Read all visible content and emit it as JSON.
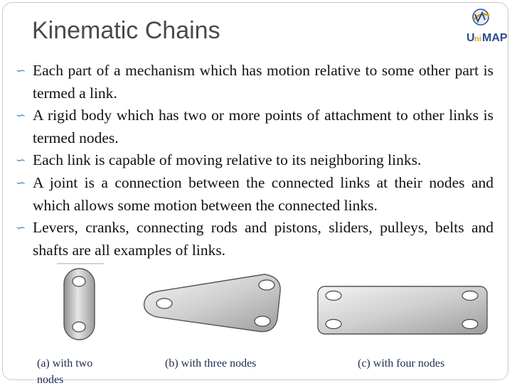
{
  "slide": {
    "title": "Kinematic Chains",
    "logo_text": "UniMAP"
  },
  "bullets": [
    "Each part of a mechanism which has motion relative to some other part is termed a link.",
    "A rigid body which has two or more points of attachment to other links is termed  nodes.",
    "Each link is capable of moving relative to its neighboring links.",
    "A joint is a connection between the connected links at their nodes and which allows some motion between the connected links.",
    "Levers, cranks, connecting rods and pistons, sliders, pulleys, belts and shafts are all examples of links."
  ],
  "figures": [
    {
      "caption": "(a) with two nodes"
    },
    {
      "caption": "(b) with three nodes"
    },
    {
      "caption": "(c) with four nodes"
    }
  ],
  "icons": {
    "bullet": "curl-bullet-icon"
  },
  "colors": {
    "accent": "#4a8bbf",
    "title": "#4a4a4a",
    "caption": "#1f2a55"
  }
}
